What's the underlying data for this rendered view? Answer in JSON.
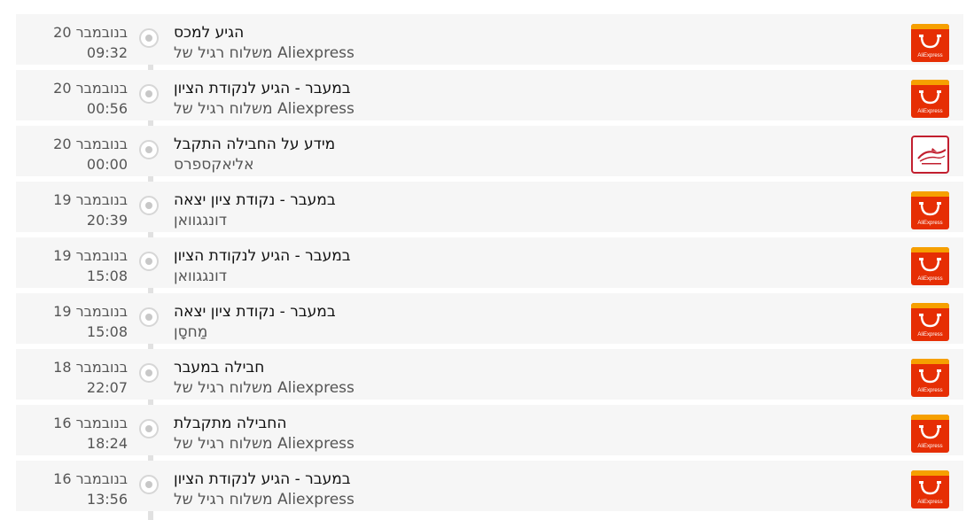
{
  "events": [
    {
      "date": "בנובמבר 20",
      "time": "09:32",
      "status": "הגיע למכס",
      "place": "Aliexpress משלוח רגיל של",
      "carrier_icon": "aliexpress-icon"
    },
    {
      "date": "בנובמבר 20",
      "time": "00:56",
      "status": "במעבר - הגיע לנקודת הציון",
      "place": "Aliexpress משלוח רגיל של",
      "carrier_icon": "aliexpress-icon"
    },
    {
      "date": "בנובמבר 20",
      "time": "00:00",
      "status": "מידע על החבילה התקבל",
      "place": "אליאקספרס",
      "carrier_icon": "post-carrier-icon"
    },
    {
      "date": "בנובמבר 19",
      "time": "20:39",
      "status": "במעבר - נקודת ציון יצאה",
      "place": "דונגגוואן",
      "carrier_icon": "aliexpress-icon"
    },
    {
      "date": "בנובמבר 19",
      "time": "15:08",
      "status": "במעבר - הגיע לנקודת הציון",
      "place": "דונגגוואן",
      "carrier_icon": "aliexpress-icon"
    },
    {
      "date": "בנובמבר 19",
      "time": "15:08",
      "status": "במעבר - נקודת ציון יצאה",
      "place": "מַחסָן",
      "carrier_icon": "aliexpress-icon"
    },
    {
      "date": "בנובמבר 18",
      "time": "22:07",
      "status": "חבילה במעבר",
      "place": "Aliexpress משלוח רגיל של",
      "carrier_icon": "aliexpress-icon"
    },
    {
      "date": "בנובמבר 16",
      "time": "18:24",
      "status": "החבילה מתקבלת",
      "place": "Aliexpress משלוח רגיל של",
      "carrier_icon": "aliexpress-icon"
    },
    {
      "date": "בנובמבר 16",
      "time": "13:56",
      "status": "במעבר - הגיע לנקודת הציון",
      "place": "Aliexpress משלוח רגיל של",
      "carrier_icon": "aliexpress-icon"
    }
  ],
  "aliexpress_logo_text": "AliExpress",
  "colors": {
    "aliexpress_red": "#e62e04",
    "aliexpress_orange": "#f6a000",
    "post_red": "#c21f2f",
    "row_bg": "#f6f6f6",
    "timeline_line": "#e1e1e1"
  }
}
